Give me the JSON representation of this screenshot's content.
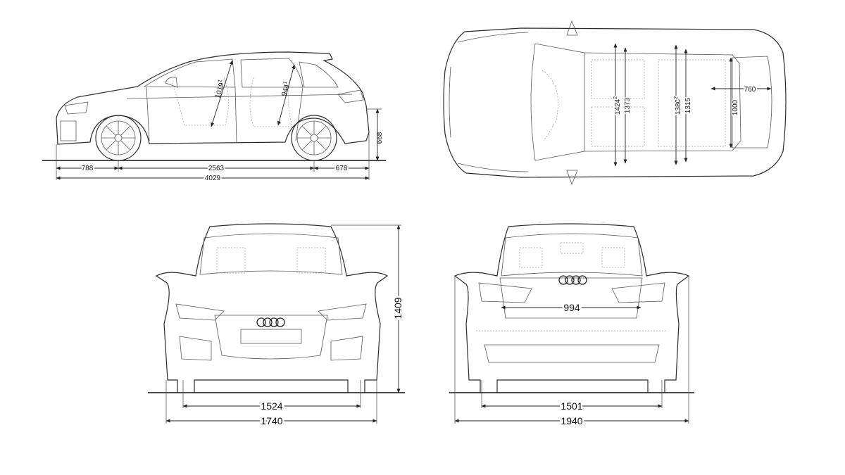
{
  "side_view": {
    "front_overhang": "788",
    "wheelbase": "2563",
    "rear_overhang": "678",
    "overall_length": "4029",
    "luggage_sill_height": "668",
    "front_headroom": "1019",
    "rear_headroom": "944",
    "front_headroom_sup": "1",
    "rear_headroom_sup": "1"
  },
  "top_view": {
    "front_shoulder_width": "1424",
    "front_shoulder_sup": "2",
    "front_elbow_width": "1373",
    "rear_shoulder_width": "1380",
    "rear_shoulder_sup": "2",
    "rear_elbow_width": "1315",
    "luggage_width": "1000",
    "luggage_length": "760"
  },
  "front_view": {
    "front_track": "1524",
    "overall_width": "1740",
    "overall_height": "1409"
  },
  "rear_view": {
    "tailgate_opening_width": "994",
    "rear_track": "1501",
    "width_with_mirrors": "1940"
  },
  "colors": {
    "line": "#2b2b2b",
    "background": "#ffffff"
  }
}
